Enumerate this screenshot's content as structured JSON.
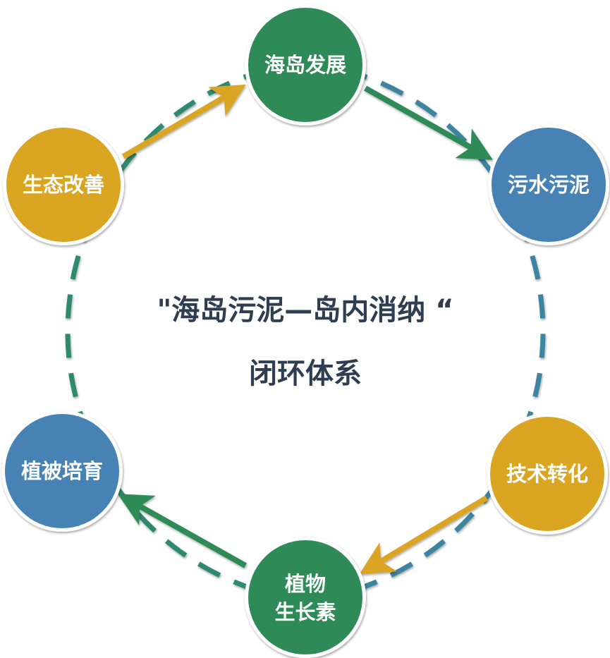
{
  "title": {
    "line1": "\"海岛污泥—岛内消纳 “",
    "line2": "闭环体系"
  },
  "nodes": [
    {
      "id": "island-development",
      "lines": [
        "海岛发展"
      ],
      "color": "#2e8b57"
    },
    {
      "id": "sewage-sludge",
      "lines": [
        "污水污泥"
      ],
      "color": "#4682b4"
    },
    {
      "id": "technology-conversion",
      "lines": [
        "技术转化"
      ],
      "color": "#daa520"
    },
    {
      "id": "plant-growth-hormone",
      "lines": [
        "植物",
        "生长素"
      ],
      "color": "#2e8b57"
    },
    {
      "id": "vegetation-cultivation",
      "lines": [
        "植被培育"
      ],
      "color": "#4682b4"
    },
    {
      "id": "ecological-improvement",
      "lines": [
        "生态改善"
      ],
      "color": "#daa520"
    }
  ],
  "colors": {
    "green": "#2e8b57",
    "blue": "#4682b4",
    "yellow": "#daa520",
    "dash_left": "#2e8a6e",
    "dash_right": "#3c84a0",
    "title_text": "#2e3d50"
  }
}
